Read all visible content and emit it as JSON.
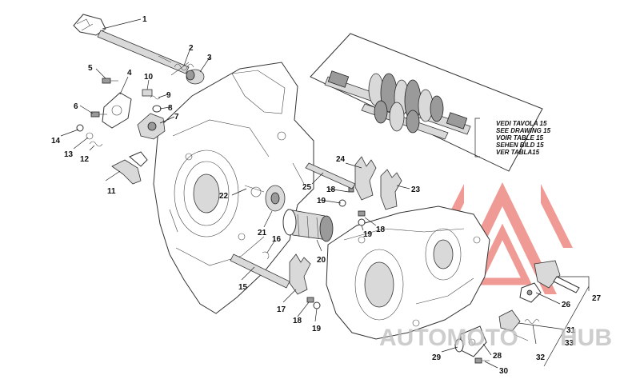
{
  "inset_notes": [
    "VEDI TAVOLA 15",
    "SEE DRAWING 15",
    "VOIR TABLE 15",
    "SEHEN BILD 15",
    "VER TABLA15"
  ],
  "watermark": {
    "part1": "AUTOMOTO",
    "part2": "HUB",
    "color_gray": "#bdbdbd",
    "color_red": "#e2493f",
    "color_orange": "#f0b840"
  },
  "callouts": [
    {
      "id": "c1",
      "label": "1"
    },
    {
      "id": "c2",
      "label": "2"
    },
    {
      "id": "c3",
      "label": "3"
    },
    {
      "id": "c4",
      "label": "4"
    },
    {
      "id": "c5",
      "label": "5"
    },
    {
      "id": "c6",
      "label": "6"
    },
    {
      "id": "c7",
      "label": "7"
    },
    {
      "id": "c8",
      "label": "8"
    },
    {
      "id": "c9",
      "label": "9"
    },
    {
      "id": "c10",
      "label": "10"
    },
    {
      "id": "c11",
      "label": "11"
    },
    {
      "id": "c12",
      "label": "12"
    },
    {
      "id": "c13",
      "label": "13"
    },
    {
      "id": "c14",
      "label": "14"
    },
    {
      "id": "c15",
      "label": "15"
    },
    {
      "id": "c16",
      "label": "16"
    },
    {
      "id": "c17",
      "label": "17"
    },
    {
      "id": "c18a",
      "label": "18"
    },
    {
      "id": "c18b",
      "label": "18"
    },
    {
      "id": "c18c",
      "label": "18"
    },
    {
      "id": "c19a",
      "label": "19"
    },
    {
      "id": "c19b",
      "label": "19"
    },
    {
      "id": "c19c",
      "label": "19"
    },
    {
      "id": "c20",
      "label": "20"
    },
    {
      "id": "c21",
      "label": "21"
    },
    {
      "id": "c22",
      "label": "22"
    },
    {
      "id": "c23",
      "label": "23"
    },
    {
      "id": "c24",
      "label": "24"
    },
    {
      "id": "c25",
      "label": "25"
    },
    {
      "id": "c26",
      "label": "26"
    },
    {
      "id": "c27",
      "label": "27"
    },
    {
      "id": "c28",
      "label": "28"
    },
    {
      "id": "c29",
      "label": "29"
    },
    {
      "id": "c30",
      "label": "30"
    },
    {
      "id": "c31",
      "label": "31"
    },
    {
      "id": "c32",
      "label": "32"
    },
    {
      "id": "c33",
      "label": "33"
    }
  ]
}
